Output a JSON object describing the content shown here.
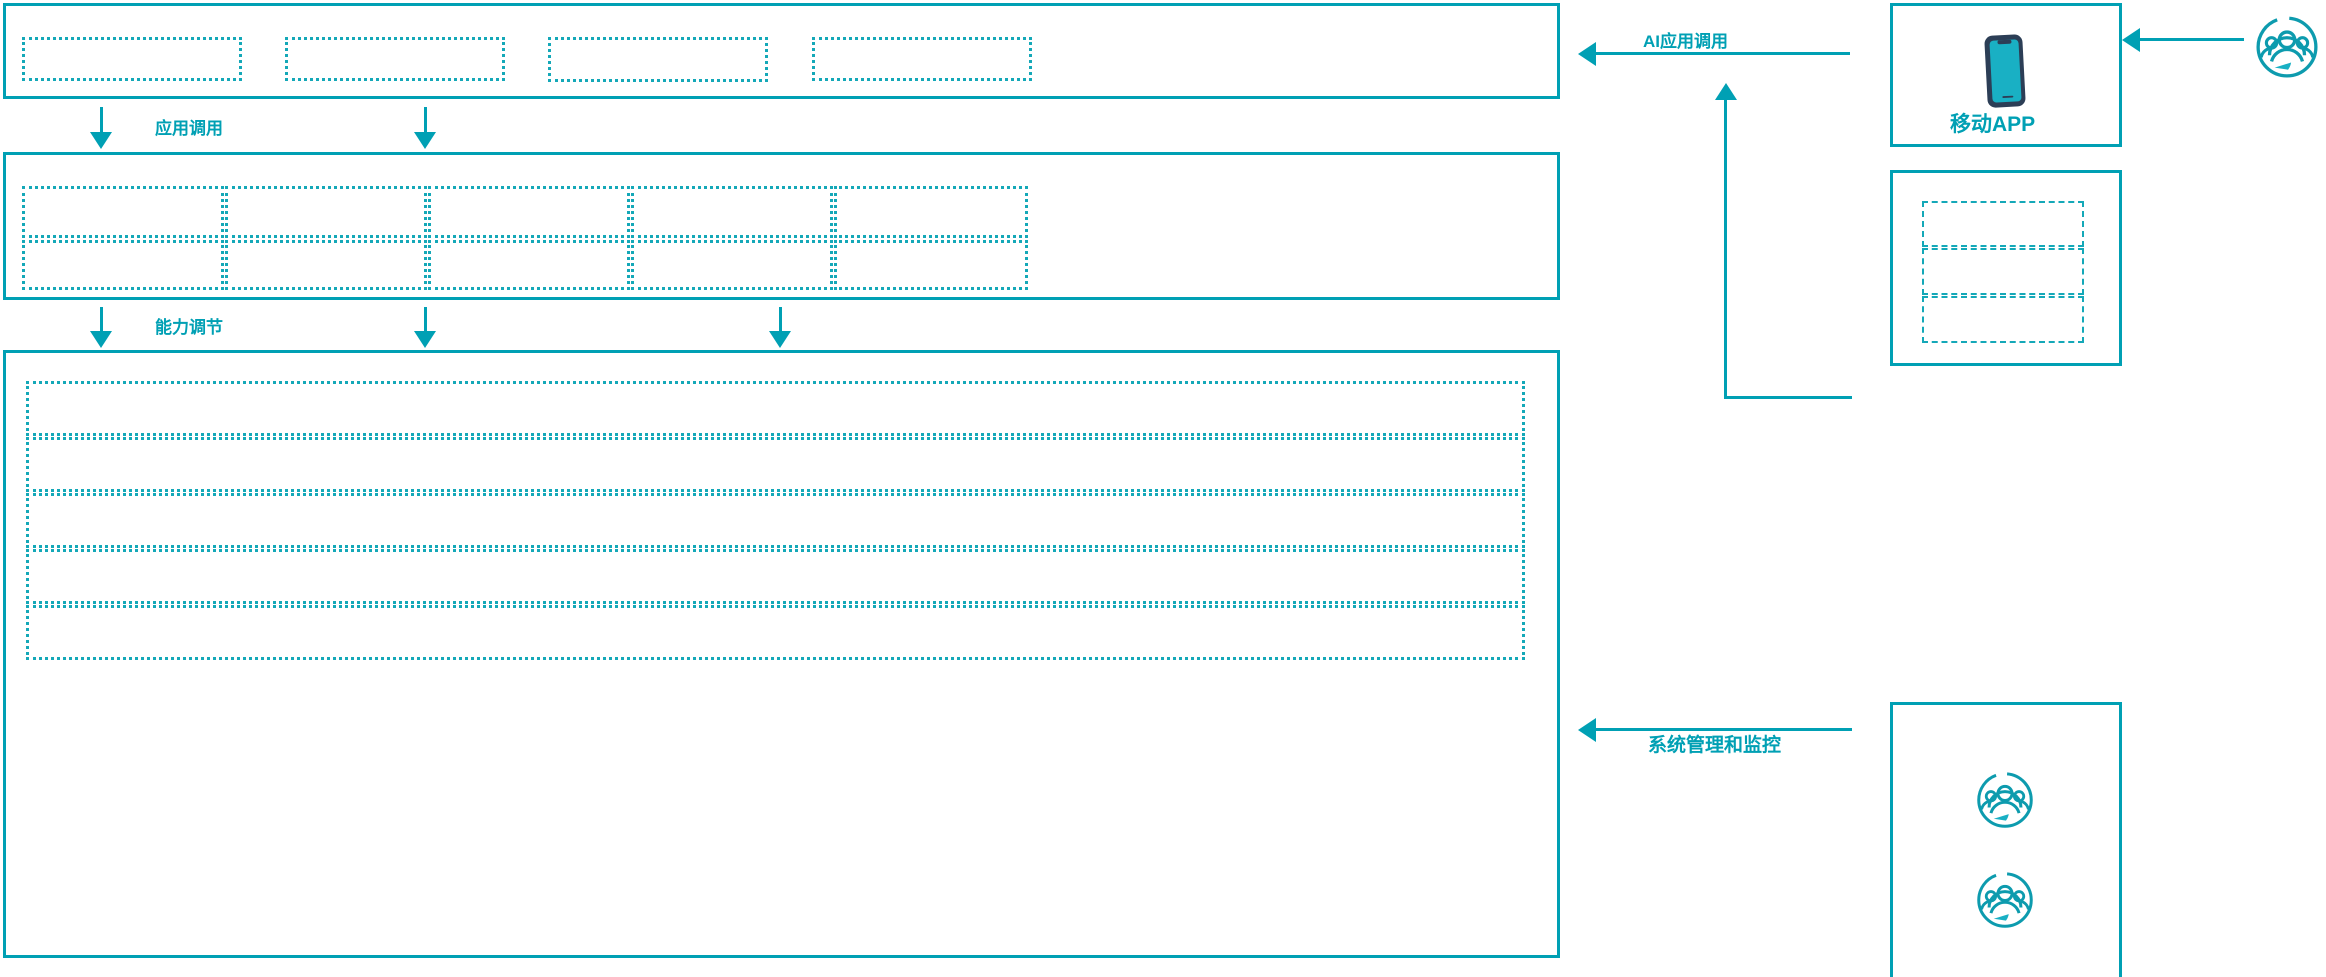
{
  "theme": {
    "accent": "#00A0B4",
    "dash": "#14A8B8",
    "phone_body": "#2C3E56",
    "phone_screen": "#19B0C4",
    "background": "#FFFFFF"
  },
  "connectors": {
    "app_invoke_label": "应用调用",
    "capability_label": "能力调节",
    "ai_app_invoke_label": "AI应用调用",
    "system_manage_label": "系统管理和监控"
  },
  "layers": {
    "application_layer": {
      "name": "application-layer",
      "slots": [
        "",
        "",
        "",
        ""
      ]
    },
    "capability_layer": {
      "name": "capability-layer",
      "columns": 5,
      "rows": 2,
      "slots": [
        "",
        "",
        "",
        "",
        "",
        "",
        "",
        "",
        "",
        ""
      ]
    },
    "platform_layer": {
      "name": "platform-layer",
      "slots": [
        "",
        "",
        "",
        "",
        ""
      ]
    }
  },
  "right_column": {
    "mobile_app_panel": {
      "label": "移动APP",
      "icon": "mobile-phone-icon"
    },
    "secondary_panel": {
      "slots": [
        "",
        "",
        ""
      ]
    },
    "users_panel": {
      "icons": [
        "people-group-icon",
        "people-group-icon"
      ]
    },
    "external_user": {
      "icon": "people-group-icon"
    }
  }
}
